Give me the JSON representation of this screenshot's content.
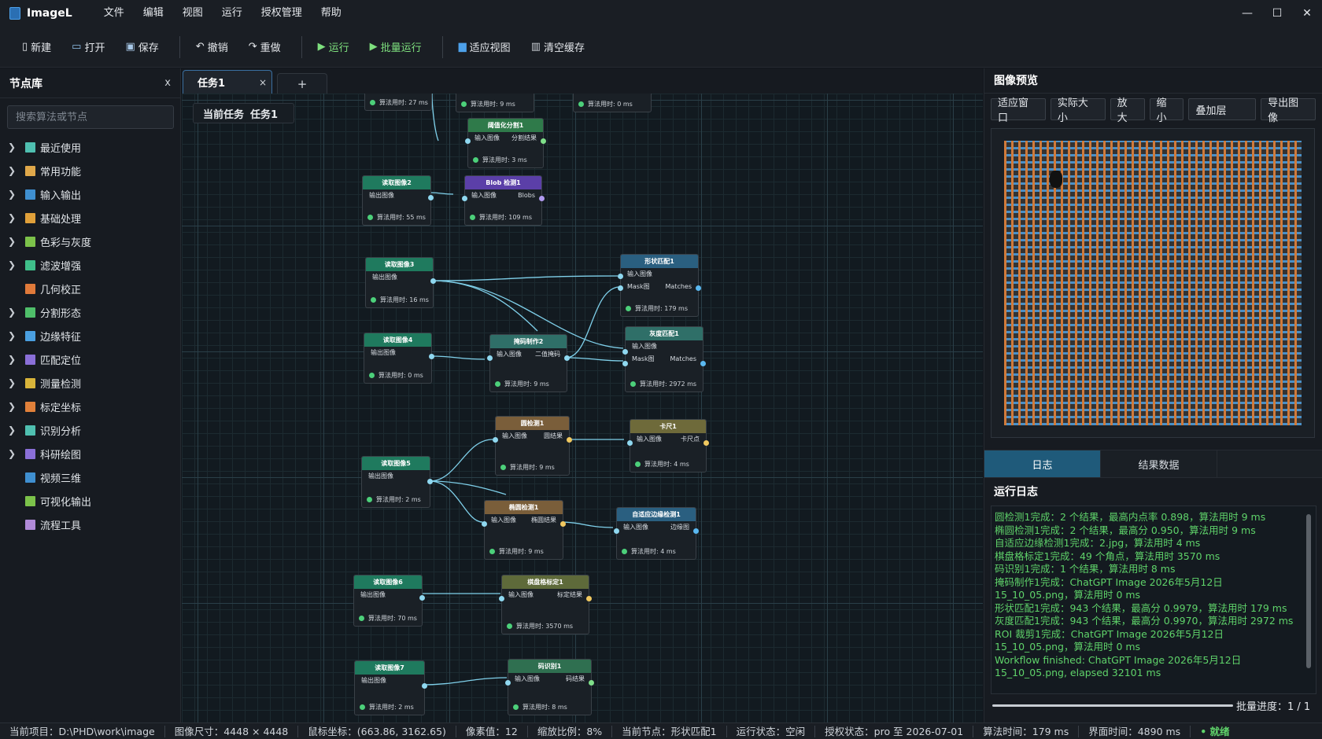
{
  "app": {
    "name": "ImageL"
  },
  "menu": [
    "文件",
    "编辑",
    "视图",
    "运行",
    "授权管理",
    "帮助"
  ],
  "window_controls": {
    "minimize": "—",
    "maximize": "☐",
    "close": "✕"
  },
  "toolbar": {
    "new": "新建",
    "open": "打开",
    "save": "保存",
    "undo": "撤销",
    "redo": "重做",
    "run": "运行",
    "batch_run": "批量运行",
    "fit_view": "适应视图",
    "clear_cache": "清空缓存"
  },
  "node_library": {
    "title": "节点库",
    "close": "x",
    "search_placeholder": "搜索算法或节点",
    "categories": [
      {
        "label": "最近使用",
        "expandable": true,
        "color": "#4fbfb0"
      },
      {
        "label": "常用功能",
        "expandable": true,
        "color": "#e0a84a"
      },
      {
        "label": "输入输出",
        "expandable": true,
        "color": "#3f8fd0"
      },
      {
        "label": "基础处理",
        "expandable": true,
        "color": "#e0a03a"
      },
      {
        "label": "色彩与灰度",
        "expandable": true,
        "color": "#7cc24a"
      },
      {
        "label": "滤波增强",
        "expandable": true,
        "color": "#3fbf8a"
      },
      {
        "label": "几何校正",
        "expandable": false,
        "color": "#e07a3a"
      },
      {
        "label": "分割形态",
        "expandable": true,
        "color": "#4fbf6a"
      },
      {
        "label": "边缘特征",
        "expandable": true,
        "color": "#4a9fe0"
      },
      {
        "label": "匹配定位",
        "expandable": true,
        "color": "#8a6fd8"
      },
      {
        "label": "测量检测",
        "expandable": true,
        "color": "#d8b43a"
      },
      {
        "label": "标定坐标",
        "expandable": true,
        "color": "#e0803a"
      },
      {
        "label": "识别分析",
        "expandable": true,
        "color": "#4fbfb0"
      },
      {
        "label": "科研绘图",
        "expandable": true,
        "color": "#8a6fd8"
      },
      {
        "label": "视频三维",
        "expandable": false,
        "color": "#3f8fd0"
      },
      {
        "label": "可视化输出",
        "expandable": false,
        "color": "#7cc24a"
      },
      {
        "label": "流程工具",
        "expandable": false,
        "color": "#b08ad8"
      }
    ]
  },
  "tabs": [
    {
      "label": "任务1",
      "close": "×"
    }
  ],
  "tab_add": "+",
  "current_task": {
    "label": "当前任务",
    "value": "任务1"
  },
  "nodes": {
    "top_a": {
      "time": "算法用时: 27 ms"
    },
    "top_b": {
      "time": "算法用时: 9 ms"
    },
    "top_c": {
      "time": "算法用时: 0 ms"
    },
    "thresh": {
      "title": "阈值化分割1",
      "in": "输入图像",
      "out": "分割结果",
      "time": "算法用时: 3 ms"
    },
    "read2": {
      "title": "读取图像2",
      "out": "输出图像",
      "time": "算法用时: 55 ms"
    },
    "blob": {
      "title": "Blob 检测1",
      "in": "输入图像",
      "out": "Blobs",
      "time": "算法用时: 109 ms"
    },
    "read3": {
      "title": "读取图像3",
      "out": "输出图像",
      "time": "算法用时: 16 ms"
    },
    "shape": {
      "title": "形状匹配1",
      "in": "输入图像",
      "mask": "Mask图",
      "out": "Matches",
      "time": "算法用时: 179 ms"
    },
    "read4": {
      "title": "读取图像4",
      "out": "输出图像",
      "time": "算法用时: 0 ms"
    },
    "maskmk": {
      "title": "掩码制作2",
      "in": "输入图像",
      "out": "二值掩码",
      "time": "算法用时: 9 ms"
    },
    "gray": {
      "title": "灰度匹配1",
      "in": "输入图像",
      "mask": "Mask图",
      "out": "Matches",
      "time": "算法用时: 2972 ms"
    },
    "circle": {
      "title": "圆检测1",
      "in": "输入图像",
      "out": "圆结果",
      "time": "算法用时: 9 ms"
    },
    "caliper": {
      "title": "卡尺1",
      "in": "输入图像",
      "out": "卡尺点",
      "time": "算法用时: 4 ms"
    },
    "read5": {
      "title": "读取图像5",
      "out": "输出图像",
      "time": "算法用时: 2 ms"
    },
    "ellipse": {
      "title": "椭圆检测1",
      "in": "输入图像",
      "out": "椭圆结果",
      "time": "算法用时: 9 ms"
    },
    "adaptive": {
      "title": "自适应边缘检测1",
      "in": "输入图像",
      "out": "边缘图",
      "time": "算法用时: 4 ms"
    },
    "read6": {
      "title": "读取图像6",
      "out": "输出图像",
      "time": "算法用时: 70 ms"
    },
    "chess": {
      "title": "棋盘格标定1",
      "in": "输入图像",
      "out": "标定结果",
      "time": "算法用时: 3570 ms"
    },
    "read7": {
      "title": "读取图像7",
      "out": "输出图像",
      "time": "算法用时: 2 ms"
    },
    "code": {
      "title": "码识别1",
      "in": "输入图像",
      "out": "码结果",
      "time": "算法用时: 8 ms"
    }
  },
  "preview": {
    "title": "图像预览",
    "buttons": [
      "适应窗口",
      "实际大小",
      "放大",
      "缩小"
    ],
    "overlay": "叠加层",
    "export": "导出图像"
  },
  "log_tabs": [
    {
      "label": "日志",
      "active": true
    },
    {
      "label": "结果数据",
      "active": false
    }
  ],
  "log": {
    "title": "运行日志",
    "lines": [
      "圆检测1完成：2 个结果，最高内点率 0.898，算法用时 9 ms",
      "椭圆检测1完成：2 个结果，最高分 0.950，算法用时 9 ms",
      "自适应边缘检测1完成：2.jpg，算法用时 4 ms",
      "棋盘格标定1完成：49 个角点，算法用时 3570 ms",
      "码识别1完成：1 个结果，算法用时 8 ms",
      "掩码制作1完成：ChatGPT Image 2026年5月12日",
      "15_10_05.png，算法用时 0 ms",
      "形状匹配1完成：943 个结果，最高分 0.9979，算法用时 179 ms",
      "灰度匹配1完成：943 个结果，最高分 0.9970，算法用时 2972 ms",
      "ROI 裁剪1完成：ChatGPT Image 2026年5月12日",
      "15_10_05.png，算法用时 0 ms",
      "Workflow finished: ChatGPT Image 2026年5月12日",
      "15_10_05.png, elapsed 32101 ms"
    ],
    "batch_label": "批量进度：1 / 1",
    "batch_progress": 1.0
  },
  "status": {
    "project": "当前项目：D:\\PHD\\work\\image",
    "image_size": "图像尺寸：4448 × 4448",
    "mouse": "鼠标坐标：(663.86, 3162.65)",
    "pixel": "像素值：12",
    "zoom": "缩放比例：8%",
    "node": "当前节点：形状匹配1",
    "run_state": "运行状态：空闲",
    "license": "授权状态：pro 至 2026-07-01",
    "algo_time": "算法时间：179 ms",
    "ui_time": "界面时间：4890 ms",
    "ready": "• 就绪"
  },
  "colors": {
    "accent": "#1f5a7a",
    "log_text": "#5fd36a",
    "run": "#7ee07e"
  }
}
